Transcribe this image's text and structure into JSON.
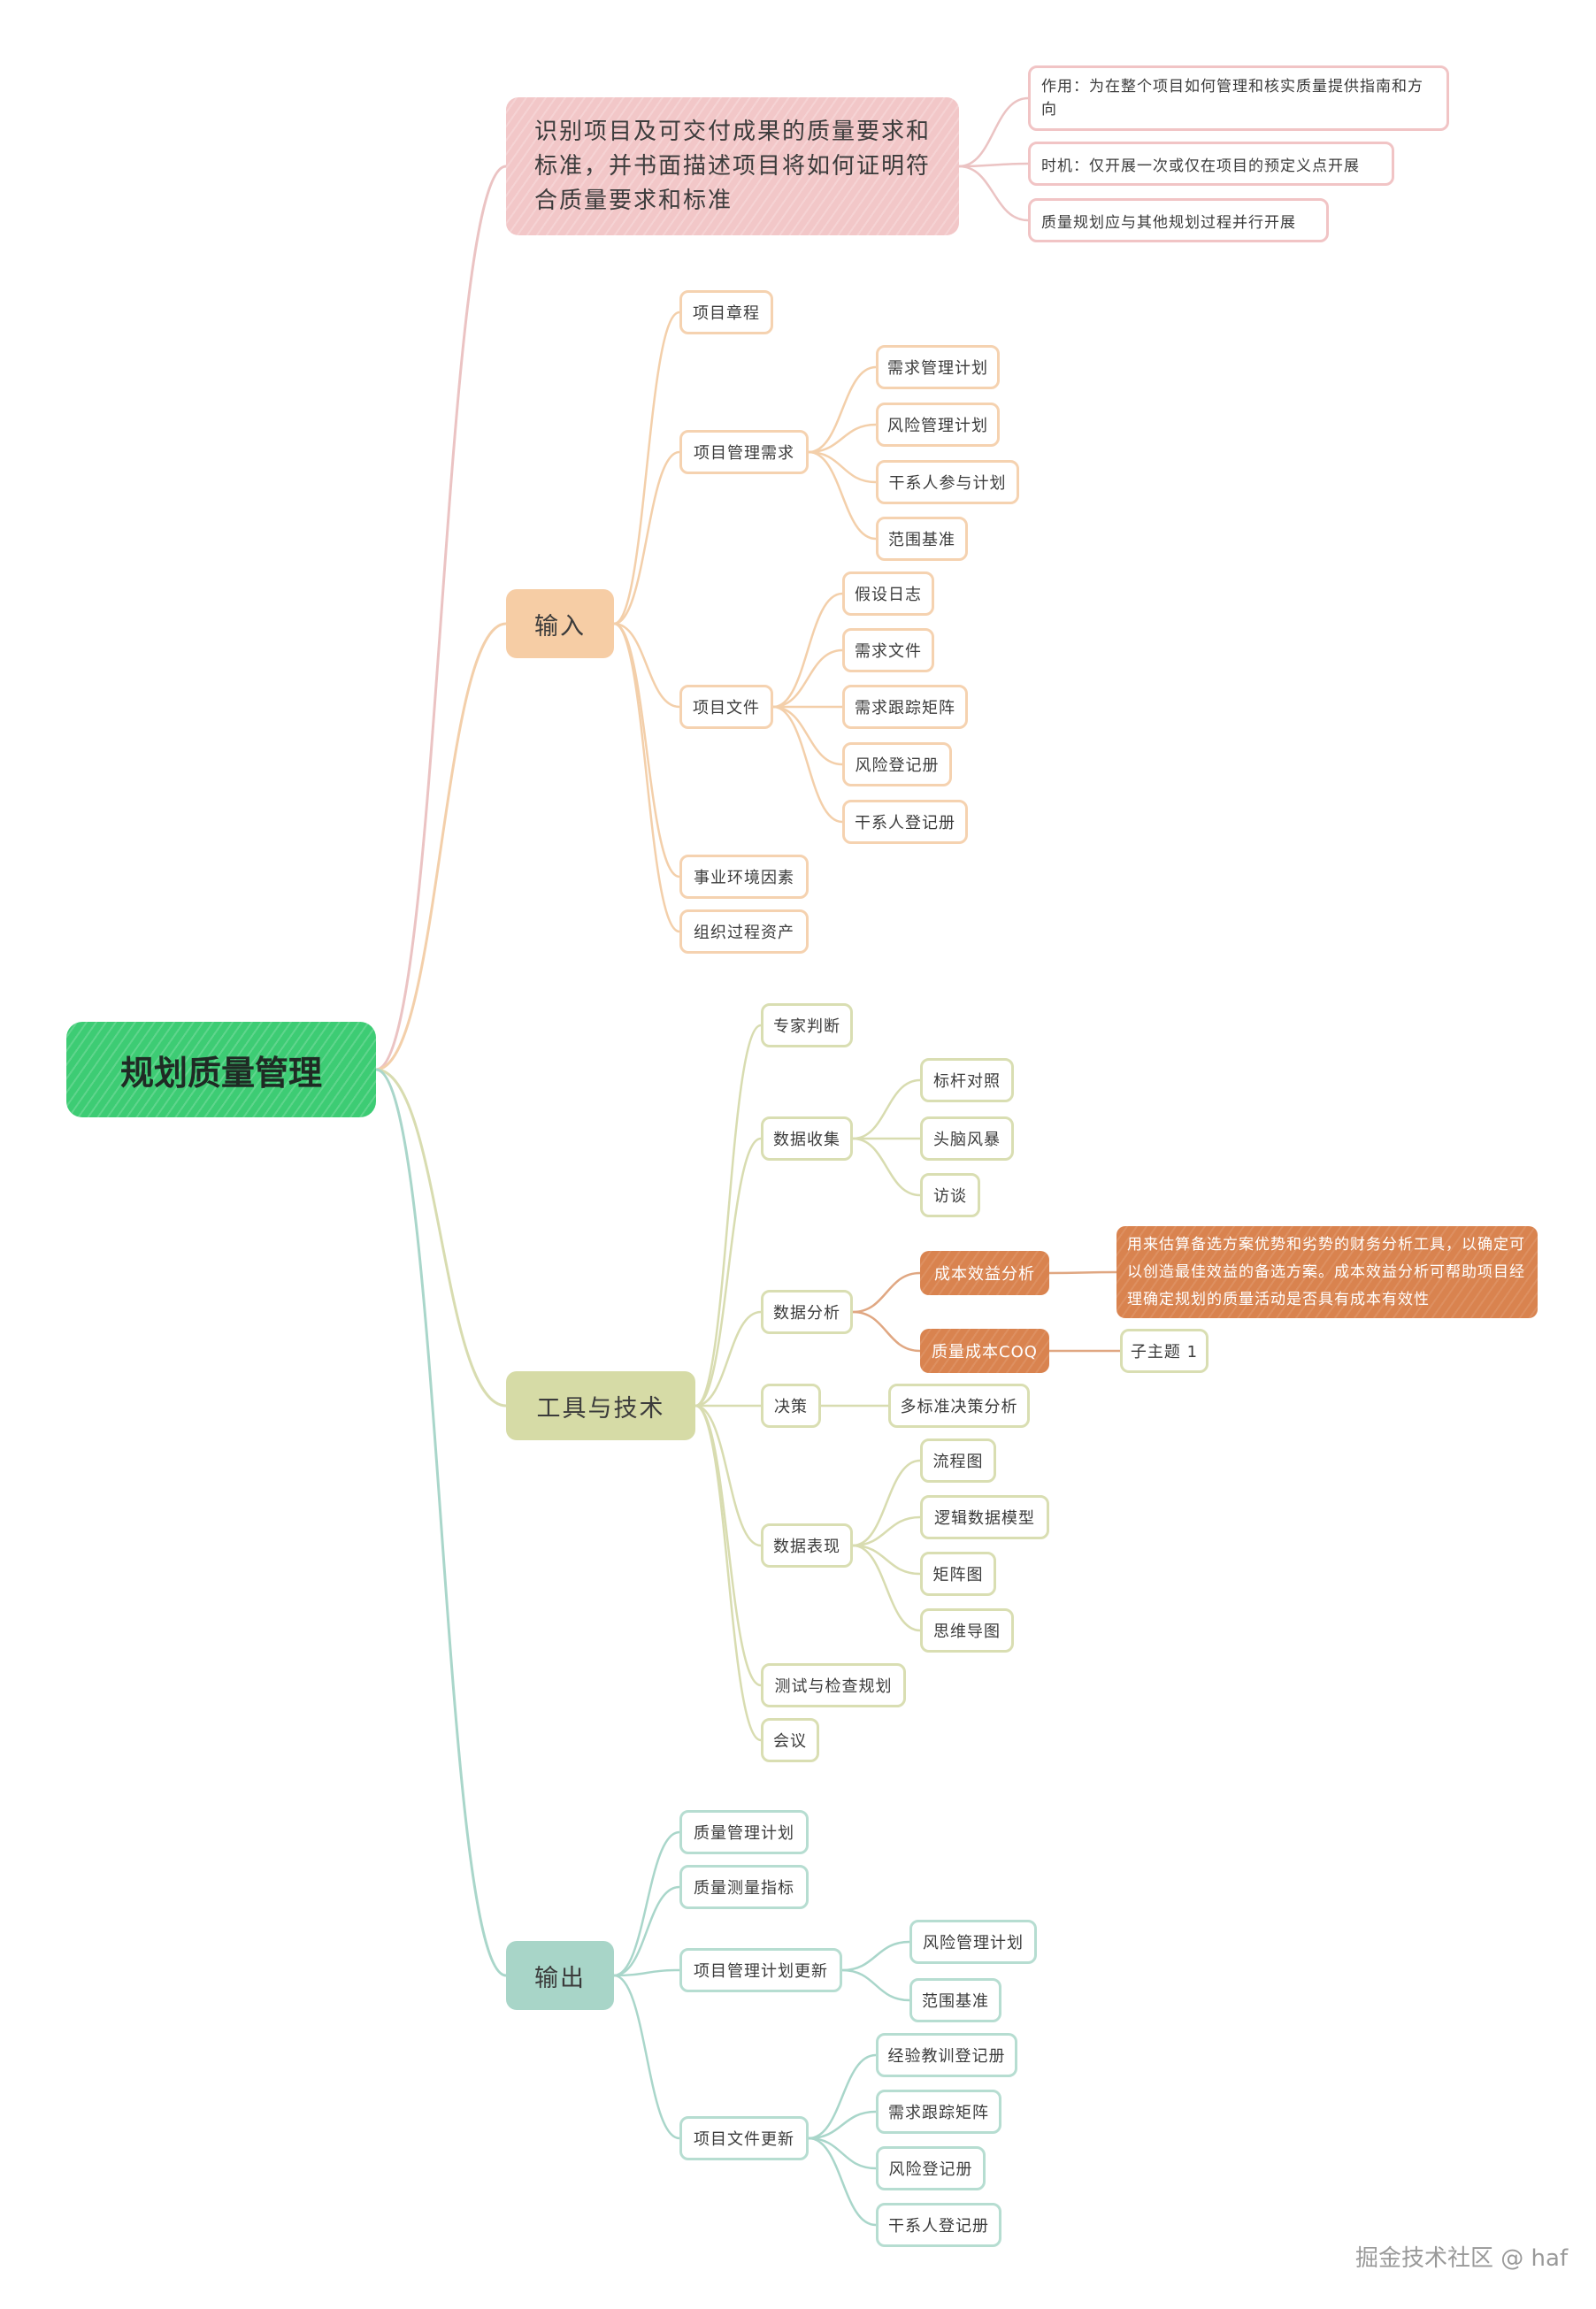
{
  "colors": {
    "root": "#3dcc74",
    "description": "#f2c7c8",
    "input": "#f6cda5",
    "tools": "#d6dba6",
    "output": "#a8d5c8",
    "highlight": "#d9834f"
  },
  "root": "规划质量管理",
  "description": {
    "text": "识别项目及可交付成果的质量要求和标准，并书面描述项目将如何证明符合质量要求和标准",
    "notes": [
      "作用：为在整个项目如何管理和核实质量提供指南和方向",
      "时机：仅开展一次或仅在项目的预定义点开展",
      "质量规划应与其他规划过程并行开展"
    ]
  },
  "input": {
    "label": "输入",
    "charter": "项目章程",
    "pm_plan": {
      "label": "项目管理需求",
      "items": [
        "需求管理计划",
        "风险管理计划",
        "干系人参与计划",
        "范围基准"
      ]
    },
    "docs": {
      "label": "项目文件",
      "items": [
        "假设日志",
        "需求文件",
        "需求跟踪矩阵",
        "风险登记册",
        "干系人登记册"
      ]
    },
    "eef": "事业环境因素",
    "opa": "组织过程资产"
  },
  "tools": {
    "label": "工具与技术",
    "expert": "专家判断",
    "collection": {
      "label": "数据收集",
      "items": [
        "标杆对照",
        "头脑风暴",
        "访谈"
      ]
    },
    "analysis": {
      "label": "数据分析",
      "cba": "成本效益分析",
      "cba_desc": "用来估算备选方案优势和劣势的财务分析工具，以确定可以创造最佳效益的备选方案。成本效益分析可帮助项目经理确定规划的质量活动是否具有成本有效性",
      "coq": "质量成本COQ",
      "coq_sub": "子主题 1"
    },
    "decision": {
      "label": "决策",
      "item": "多标准决策分析"
    },
    "representation": {
      "label": "数据表现",
      "items": [
        "流程图",
        "逻辑数据模型",
        "矩阵图",
        "思维导图"
      ]
    },
    "test": "测试与检查规划",
    "meeting": "会议"
  },
  "output": {
    "label": "输出",
    "qm_plan": "质量管理计划",
    "metrics": "质量测量指标",
    "pm_update": {
      "label": "项目管理计划更新",
      "items": [
        "风险管理计划",
        "范围基准"
      ]
    },
    "doc_update": {
      "label": "项目文件更新",
      "items": [
        "经验教训登记册",
        "需求跟踪矩阵",
        "风险登记册",
        "干系人登记册"
      ]
    }
  },
  "watermark": "掘金技术社区 @ haf"
}
